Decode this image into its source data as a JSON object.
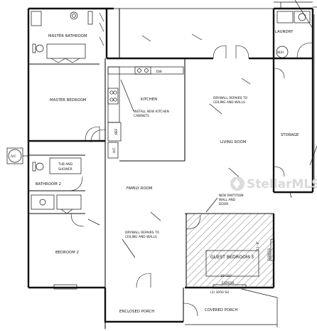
{
  "rooms": {
    "master_bathroom": "MASTER BATHROOM",
    "master_bedroom": "MASTER BEDROOM",
    "kitchen": "KITCHEN",
    "laundry": "LAUNDRY",
    "storage": "STORAGE",
    "living_room": "LIVING ROOM",
    "bathroom_2": "BATHROOM 2",
    "family_room": "FAMILY ROOM",
    "bedroom_2": "BEDROOM 2",
    "guest_bedroom_3": "GUEST BEDROOM 3",
    "enclosed_porch": "ENCLOSED PORCH",
    "covered_porch": "COVERED PORCH"
  },
  "fixtures": {
    "dw": "DW",
    "ref": "REF",
    "ac_closet": "A/C",
    "ac_unit": "A/C",
    "wh": "W/H",
    "tub_line1": "TUB AND",
    "tub_line2": "SHOWER"
  },
  "notes": {
    "kitchen_cabinets_line1": "INSTALL NEW KITCHEN",
    "kitchen_cabinets_line2": "CABINETS",
    "drywall_living_line1": "DRYWALL REPAIRS TO",
    "drywall_living_line2": "CEILING AND WALLS",
    "drywall_family_line1": "DRYWALL REPAIRS TO",
    "drywall_family_line2": "CEILING AND WALLS",
    "partition_line1": "NEW PARTITION",
    "partition_line2": "WALL AND",
    "partition_line3": "DOOR",
    "egress_bottom": "EGRESS",
    "egress_side": "EGRESS",
    "window_spec": "(2) 3050 SH",
    "dim_guest": "10'-10\"",
    "dim_guest_side": "11'-4\""
  },
  "watermark": "StellarMLS",
  "colors": {
    "line": "#111111",
    "watermark": "#d9d9d9"
  }
}
